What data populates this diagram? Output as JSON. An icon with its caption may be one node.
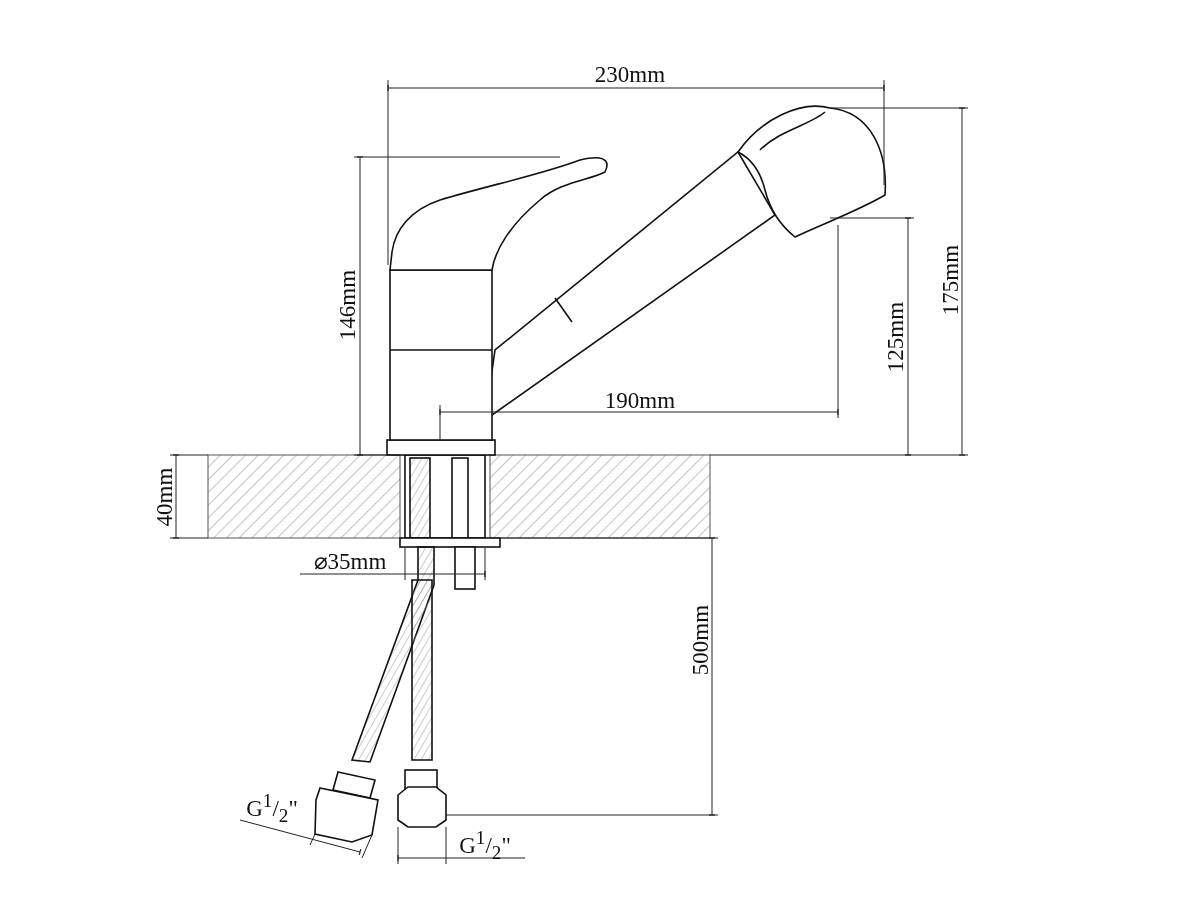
{
  "diagram": {
    "labels": [
      "230mm",
      "175mm",
      "146mm",
      "125mm",
      "190mm",
      "40mm",
      "⌀35mm",
      "500mm",
      "G$^{1}$/$_{2}$\"",
      "G$^{1}$/$_{2}$\""
    ]
  }
}
